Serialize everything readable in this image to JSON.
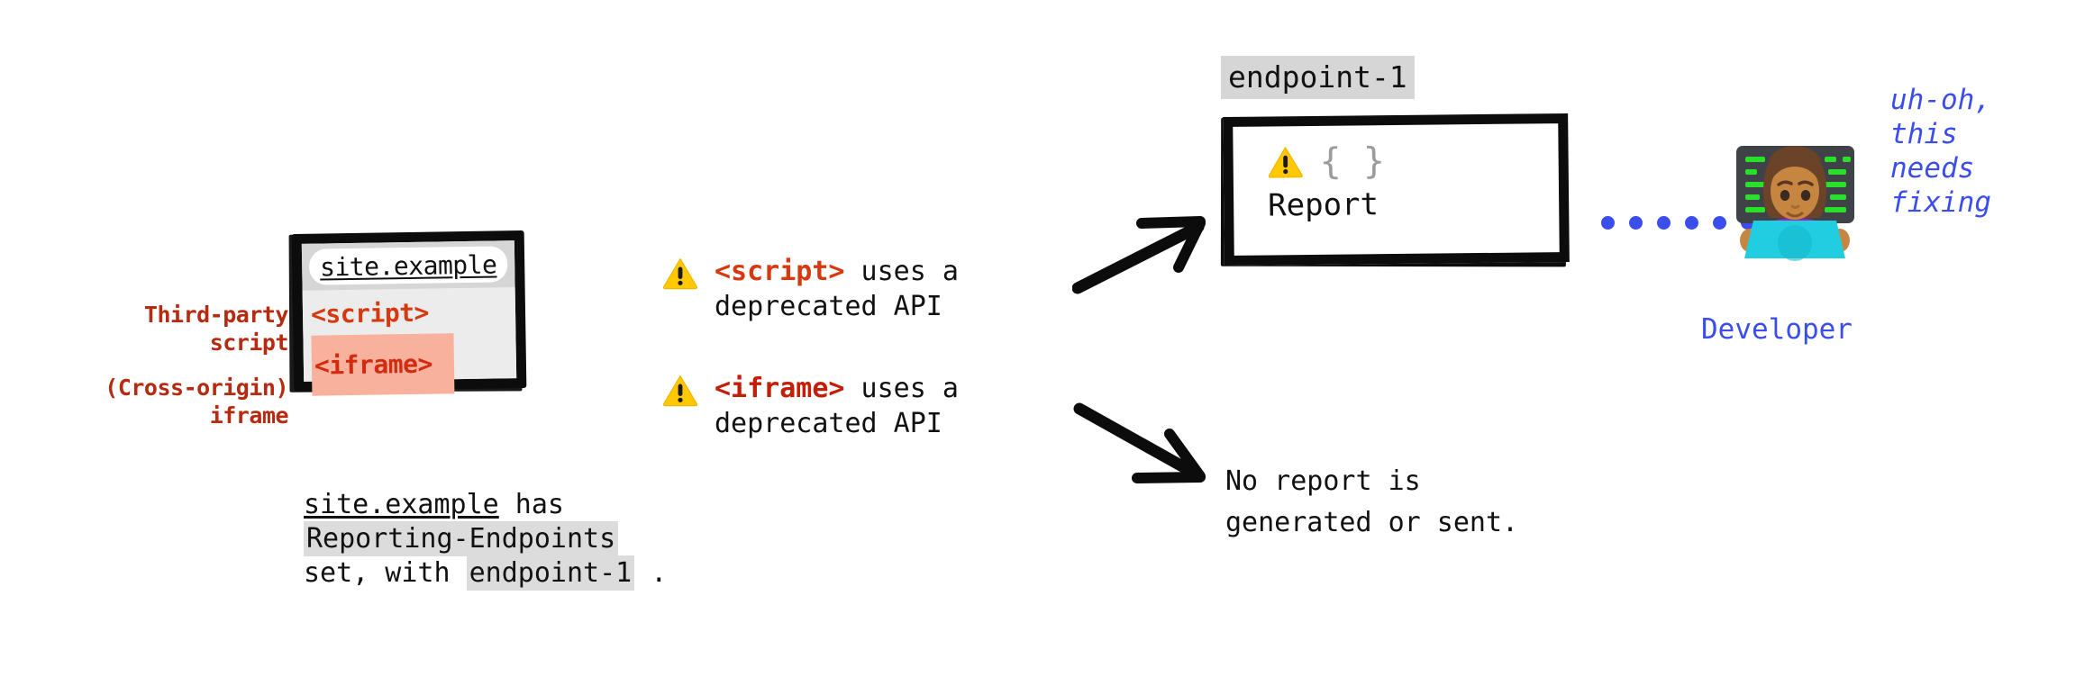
{
  "colors": {
    "red_dark": "#B62A10",
    "tag_orange": "#D6390F",
    "tag_red": "#C31E06",
    "iframe_highlight": "#F7B19C",
    "code_highlight": "#dcdcdc",
    "blue": "#3B4EEB",
    "warning_yellow": "#FFCC00",
    "brace_gray": "#9c9c9c",
    "frame_black": "#0c0c0c",
    "browser_body": "#ececec",
    "browser_chrome": "#d6d6d6"
  },
  "side_labels": [
    {
      "lines": [
        "Third-party",
        "script"
      ]
    },
    {
      "lines": [
        "(Cross-origin)",
        "iframe"
      ]
    }
  ],
  "browser": {
    "url": "site.example",
    "script_tag": "<script>",
    "iframe_tag": "<iframe>"
  },
  "caption": {
    "line1_link": "site.example",
    "line1_rest": " has",
    "line2_code": "Reporting-Endpoints",
    "line3_prefix": "set, with ",
    "line3_code": "endpoint-1",
    "line3_suffix": " ."
  },
  "warnings": [
    {
      "icon": "warning-triangle-icon",
      "tag": "<script>",
      "rest": " uses a",
      "line2": "deprecated API"
    },
    {
      "icon": "warning-triangle-icon",
      "tag": "<iframe>",
      "rest": " uses a",
      "line2": "deprecated API"
    }
  ],
  "report": {
    "endpoint_label": "endpoint-1",
    "braces": "{ }",
    "label": "Report",
    "icon": "warning-triangle-icon"
  },
  "no_report": {
    "line1": "No report is",
    "line2": "generated or sent."
  },
  "connector": {
    "dot_count": 6,
    "color": "#3B4EEB"
  },
  "developer": {
    "icon": "woman-technologist-emoji",
    "label": "Developer",
    "quote_lines": [
      "uh-oh,",
      "this",
      "needs",
      "fixing"
    ]
  }
}
